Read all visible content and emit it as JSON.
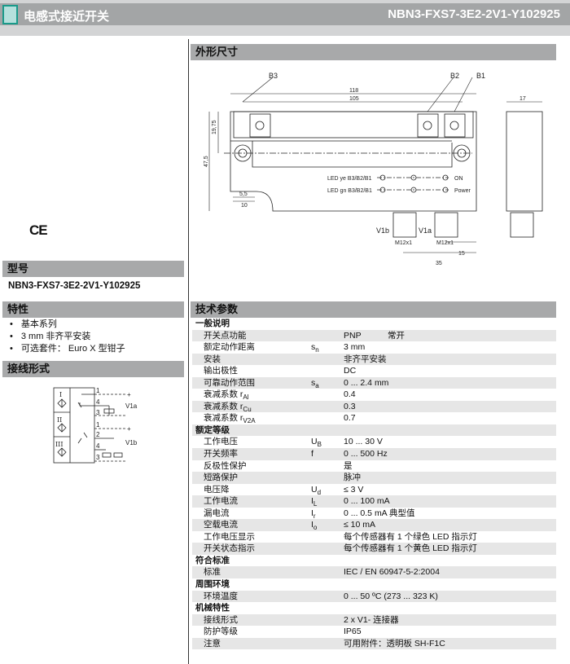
{
  "header": {
    "title": "电感式接近开关",
    "model": "NBN3-FXS7-3E2-2V1-Y102925"
  },
  "sections": {
    "dimensions": "外形尺寸",
    "tech": "技术参数",
    "model": "型号",
    "features": "特性",
    "wiring": "接线形式"
  },
  "ce_mark": "CE",
  "model_number": "NBN3-FXS7-3E2-2V1-Y102925",
  "features": [
    "基本系列",
    "3 mm 非齐平安装",
    "可选套件： Euro X 型钳子"
  ],
  "wiring": {
    "labels": [
      "I",
      "II",
      "III"
    ],
    "pins_a": [
      "1",
      "4",
      "3"
    ],
    "pins_b": [
      "1",
      "2",
      "4",
      "3"
    ],
    "plus": "+",
    "v1a": "V1a",
    "v1b": "V1b"
  },
  "drawing": {
    "b3": "B3",
    "b2": "B2",
    "b1": "B1",
    "d118": "118",
    "d105": "105",
    "d17": "17",
    "d1975": "19,75",
    "d475": "47,5",
    "d55": "5,5",
    "d10": "10",
    "led_ye": "LED ye B3/B2/B1",
    "led_gn": "LED gn B3/B2/B1",
    "on": "ON",
    "power": "Power",
    "v1b": "V1b",
    "v1a": "V1a",
    "m12a": "M12x1",
    "m12b": "M12x1",
    "d15": "15",
    "d35": "35"
  },
  "spec_rows": [
    {
      "section": "一般说明"
    },
    {
      "label": "开关点功能",
      "value": "PNP",
      "value2": "常开"
    },
    {
      "label": "额定动作距离",
      "sym": "s",
      "sub": "n",
      "value": "3 mm"
    },
    {
      "label": "安装",
      "value": "非齐平安装"
    },
    {
      "label": "输出极性",
      "value": "DC"
    },
    {
      "label": "可靠动作范围",
      "sym": "s",
      "sub": "a",
      "value": "0 ... 2.4 mm"
    },
    {
      "label": "衰减系数 r",
      "lsub": "Al",
      "value": "0.4"
    },
    {
      "label": "衰减系数 r",
      "lsub": "Cu",
      "value": "0.3"
    },
    {
      "label": "衰减系数 r",
      "lsub": "V2A",
      "value": "0.7"
    },
    {
      "section": "额定等级"
    },
    {
      "label": "工作电压",
      "sym": "U",
      "sub": "B",
      "value": "10 ... 30 V"
    },
    {
      "label": "开关频率",
      "sym": "f",
      "value": "0 ... 500 Hz"
    },
    {
      "label": "反极性保护",
      "value": "是"
    },
    {
      "label": "短路保护",
      "value": "脉冲"
    },
    {
      "label": "电压降",
      "sym": "U",
      "sub": "d",
      "value": "≤ 3 V"
    },
    {
      "label": "工作电流",
      "sym": "I",
      "sub": "L",
      "value": "0 ... 100 mA"
    },
    {
      "label": "漏电流",
      "sym": "I",
      "sub": "r",
      "value": "0 ... 0.5 mA 典型值"
    },
    {
      "label": "空载电流",
      "sym": "I",
      "sub": "o",
      "value": "≤ 10 mA"
    },
    {
      "label": "工作电压显示",
      "value": "每个传感器有 1 个绿色 LED 指示灯"
    },
    {
      "label": "开关状态指示",
      "value": "每个传感器有 1 个黄色 LED 指示灯"
    },
    {
      "section": "符合标准"
    },
    {
      "label": "标准",
      "value": "IEC / EN 60947-5-2:2004"
    },
    {
      "section": "周围环境"
    },
    {
      "label": "环境温度",
      "value": "0 ... 50 ºC (273 ... 323 K)"
    },
    {
      "section": "机械特性"
    },
    {
      "label": "接线形式",
      "value": "2 x V1- 连接器"
    },
    {
      "label": "防护等级",
      "value": "IP65"
    },
    {
      "label": "注意",
      "value": "可用附件：透明板 SH-F1C"
    }
  ]
}
